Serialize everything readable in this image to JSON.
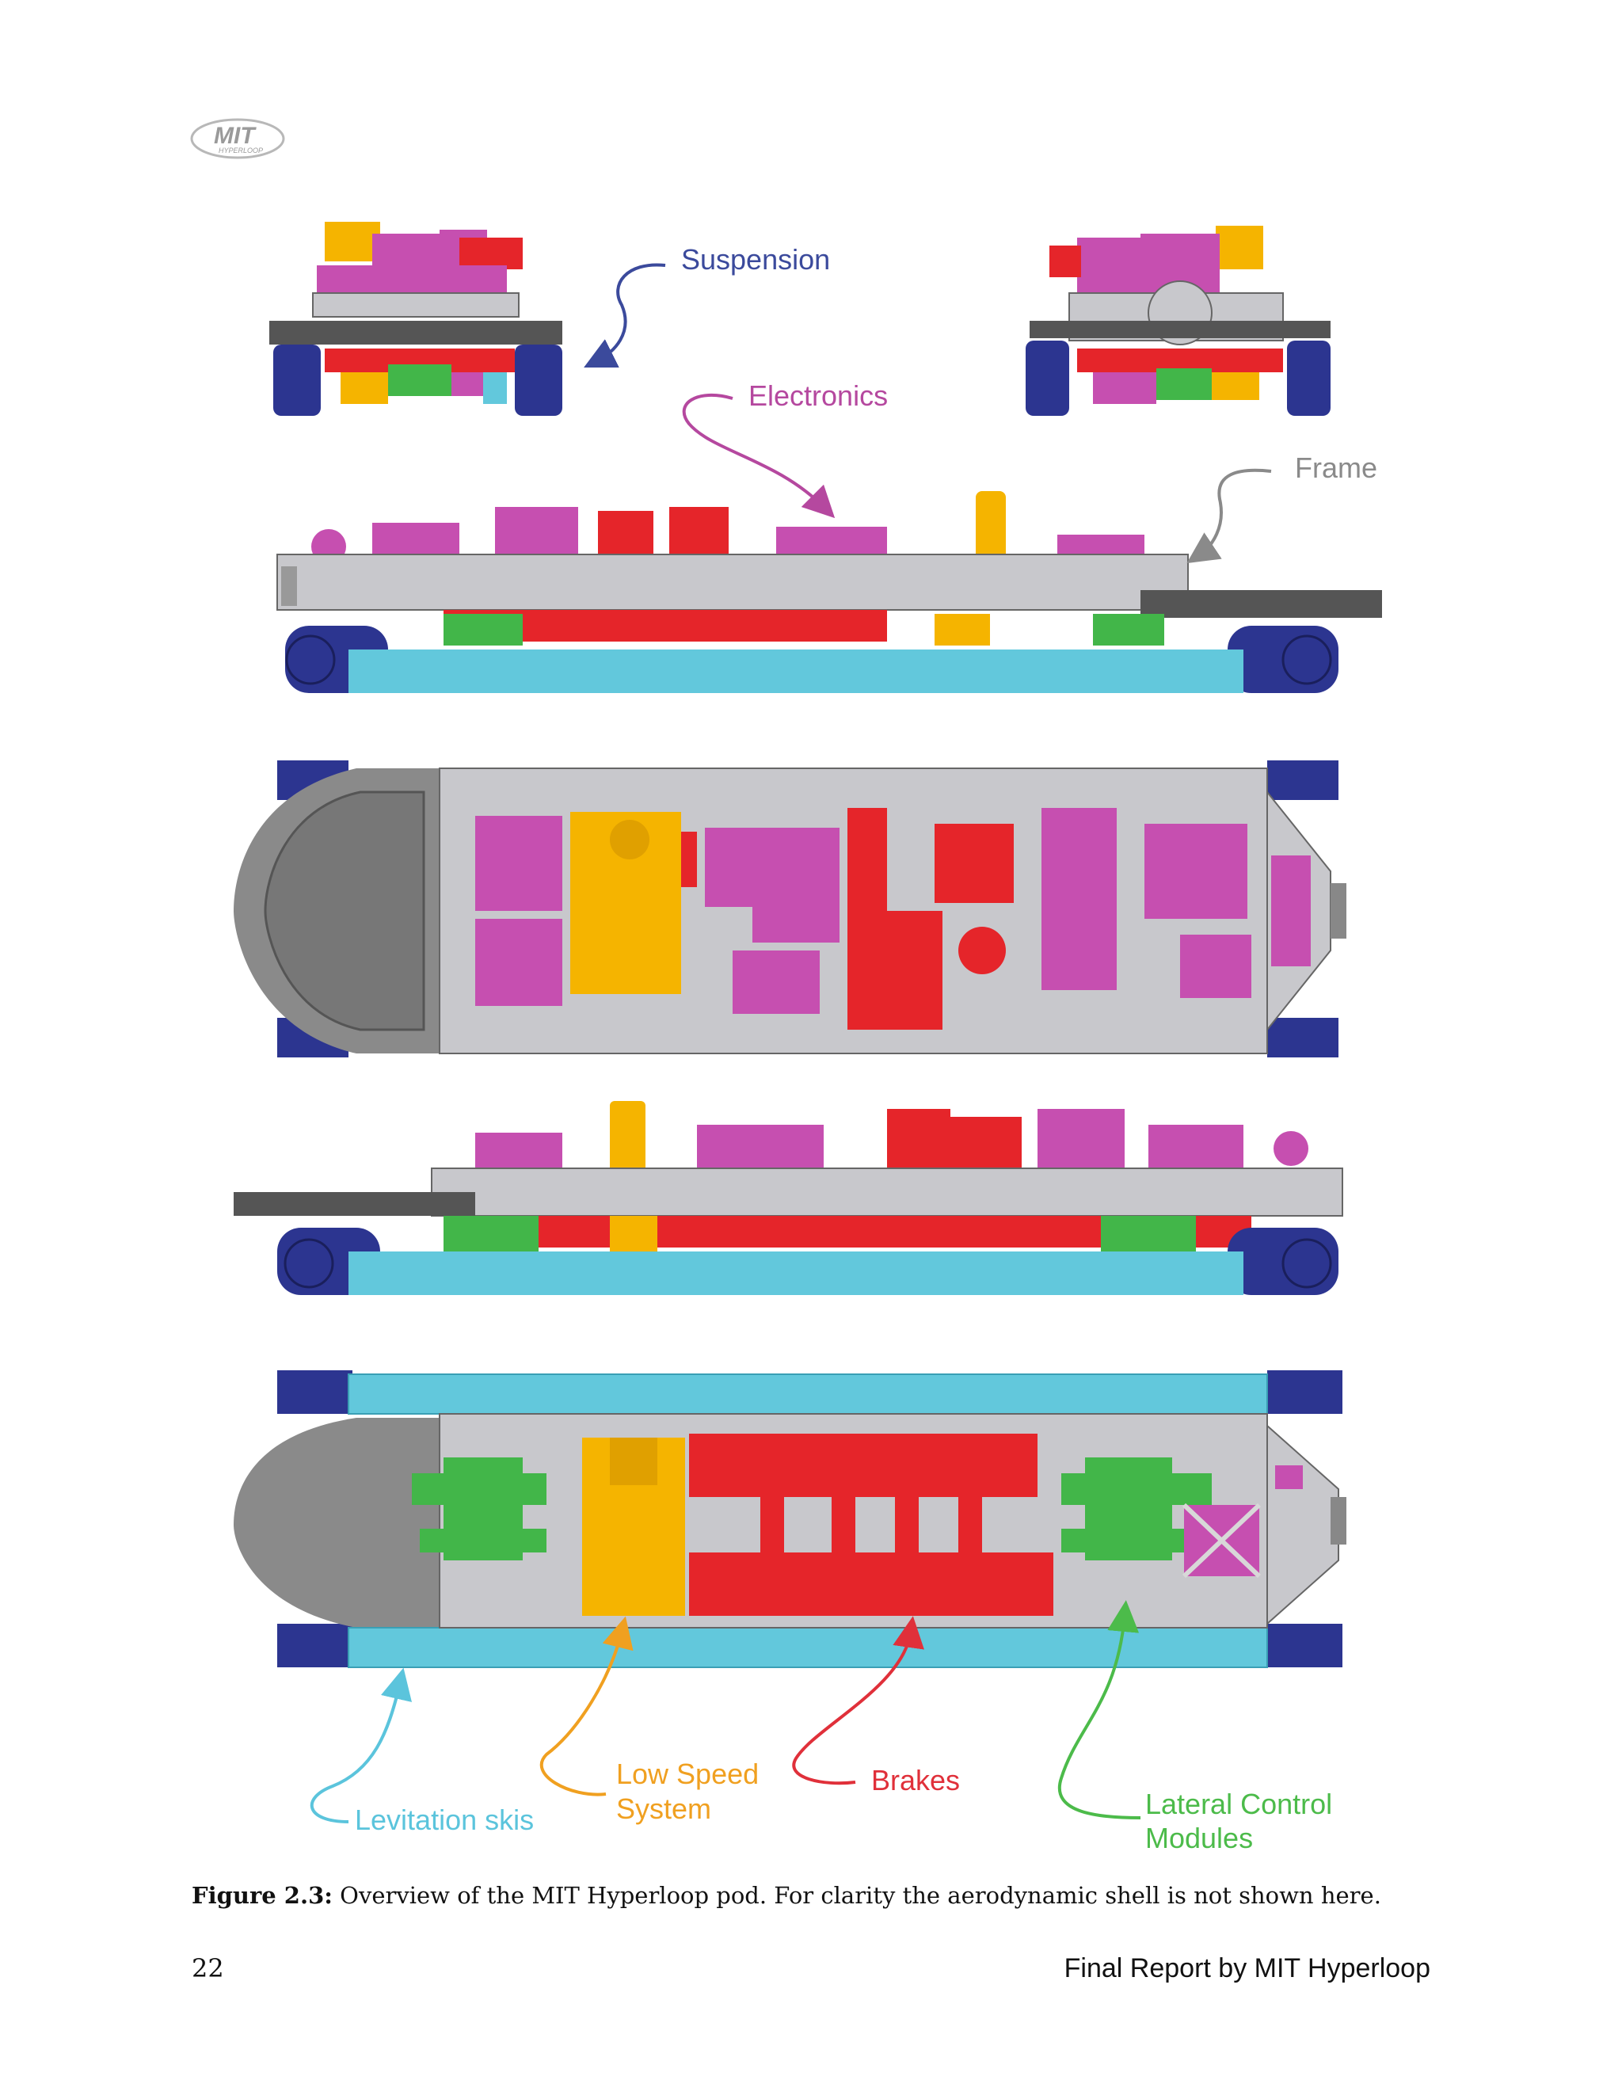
{
  "header": {
    "logo_text": "MIT",
    "logo_subtext": "HYPERLOOP"
  },
  "figure": {
    "labels": {
      "suspension": "Suspension",
      "electronics": "Electronics",
      "frame": "Frame",
      "levitation_skis": "Levitation skis",
      "low_speed_line1": "Low Speed",
      "low_speed_line2": "System",
      "brakes": "Brakes",
      "lateral_line1": "Lateral Control",
      "lateral_line2": "Modules"
    },
    "colors": {
      "suspension": "#3b4a9c",
      "electronics": "#b5489f",
      "frame": "#8a8a8a",
      "levitation_skis": "#5bc4dc",
      "low_speed": "#f0a020",
      "brakes": "#e0303a",
      "lateral": "#4cbb4a",
      "pod_magenta": "#c64fb0",
      "pod_red": "#e5252a",
      "pod_yellow": "#f5b400",
      "pod_green": "#42b649",
      "pod_navy": "#2c3590",
      "pod_grey": "#c8c8cc",
      "pod_dark": "#555555",
      "pod_cyan": "#62c8dc"
    }
  },
  "caption": {
    "label": "Figure 2.3:",
    "text": " Overview of the MIT Hyperloop pod. For clarity the aerodynamic shell is not shown here."
  },
  "footer": {
    "page_number": "22",
    "running_title": "Final Report by MIT Hyperloop"
  }
}
